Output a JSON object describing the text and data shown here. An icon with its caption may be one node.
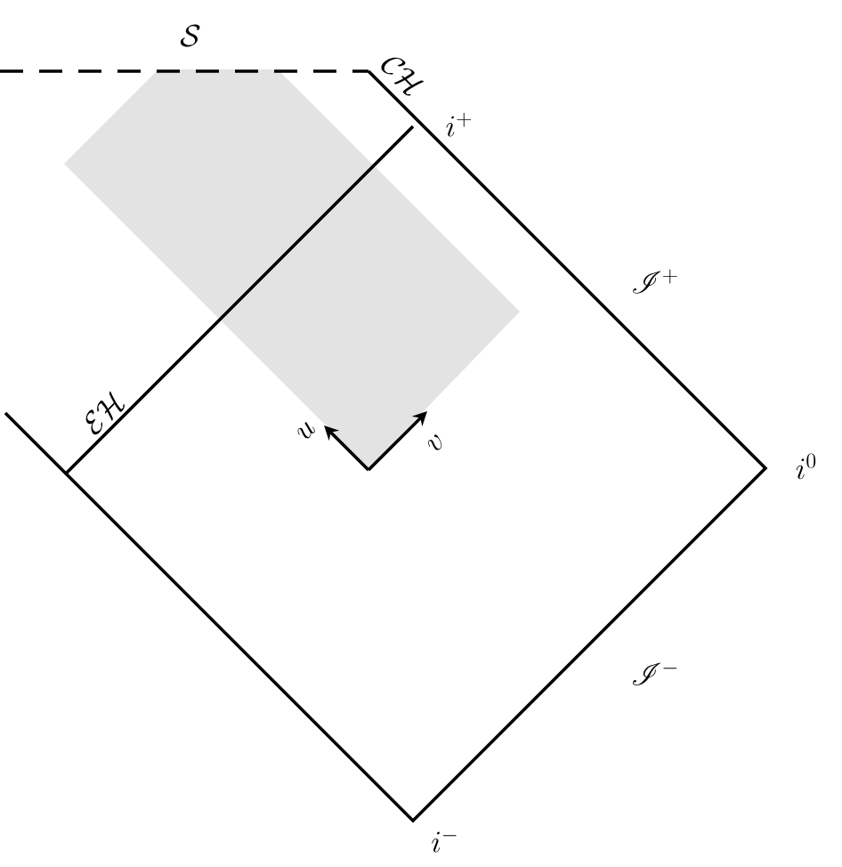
{
  "diagram": {
    "labels": [
      "\\mathcal{S}",
      "\\mathcal{CH}",
      "i^{+}",
      "\\mathscr{I}^{+}",
      "i^{0}",
      "\\mathscr{I}^{-}",
      "i^{-}",
      "\\mathcal{EH}",
      "u",
      "v"
    ]
  }
}
